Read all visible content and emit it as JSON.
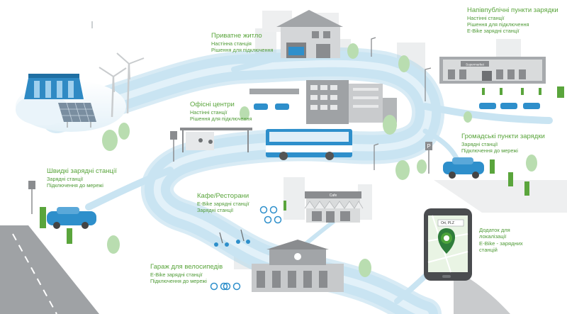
{
  "labels": {
    "private_housing": {
      "title": "Приватне житло",
      "lines": [
        "Настінна станція",
        "Рішення для підключення"
      ]
    },
    "semi_public": {
      "title": "Напівпублічні пункти зарядки",
      "lines": [
        "Настінні станції",
        "Рішення для підключення",
        "E-Bike зарядні станції"
      ]
    },
    "offices": {
      "title": "Офісні центри",
      "lines": [
        "Настінні станції",
        "Рішення для підключення"
      ]
    },
    "public": {
      "title": "Громадські пункти зарядки",
      "lines": [
        "Зарядні станції",
        "Підключення до мережі"
      ]
    },
    "fast": {
      "title": "Швидкі зарядні станції",
      "lines": [
        "Зарядні станції",
        "Підключення до мережі"
      ]
    },
    "cafe": {
      "title": "Кафе/Ресторани",
      "lines": [
        "E-Bike зарядні станції",
        "Зарядні станції"
      ]
    },
    "app": {
      "lines": [
        "Додаток для",
        "локалізації",
        "E-Bike - зарядних",
        "станцій"
      ]
    },
    "bike_garage": {
      "title": "Гараж для велосипедів",
      "lines": [
        "E-Bike зарядні станції",
        "Підключення до мережі"
      ]
    }
  },
  "signs": {
    "supermarket": "Supermarket",
    "parking": "P",
    "cafe": "Cafe"
  },
  "phone": {
    "search": "Ort, PLZ"
  },
  "colors": {
    "accent_green": "#5aa53c",
    "river": "#c9e4f2",
    "river_edge": "#a9d2e8",
    "grey_building": "#8a8c8f",
    "tree": "#b9ddb0"
  }
}
